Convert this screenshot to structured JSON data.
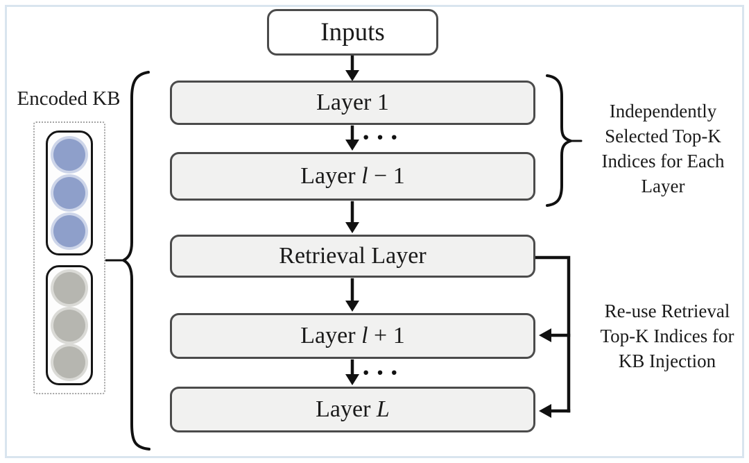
{
  "colors": {
    "frame_border": "#d9e5ef",
    "box_border": "#4b4b4b",
    "box_fill": "#f1f1f0",
    "line_color": "#111111",
    "text_color": "#1a1a1a",
    "kb_blue": "#8e9fca",
    "kb_blue_halo": "#cdd5e9",
    "kb_gray": "#b6b6b0",
    "kb_gray_halo": "#dadad6"
  },
  "encoded_kb": {
    "label": "Encoded KB",
    "blue_entries": 3,
    "gray_entries": 3
  },
  "flow": {
    "inputs": "Inputs",
    "layer1": {
      "prefix": "Layer ",
      "var": "",
      "rest": "1"
    },
    "layer_prev": {
      "prefix": "Layer ",
      "var": "l",
      "rest": " − 1"
    },
    "retrieval": "Retrieval Layer",
    "layer_next": {
      "prefix": "Layer ",
      "var": "l",
      "rest": " + 1"
    },
    "layer_last": {
      "prefix": "Layer ",
      "var": "L",
      "rest": ""
    },
    "ellipsis": "···"
  },
  "annotations": {
    "top_right": "Independently Selected Top-K Indices for Each Layer",
    "bottom_right": "Re-use Retrieval Top-K Indices for KB Injection"
  }
}
